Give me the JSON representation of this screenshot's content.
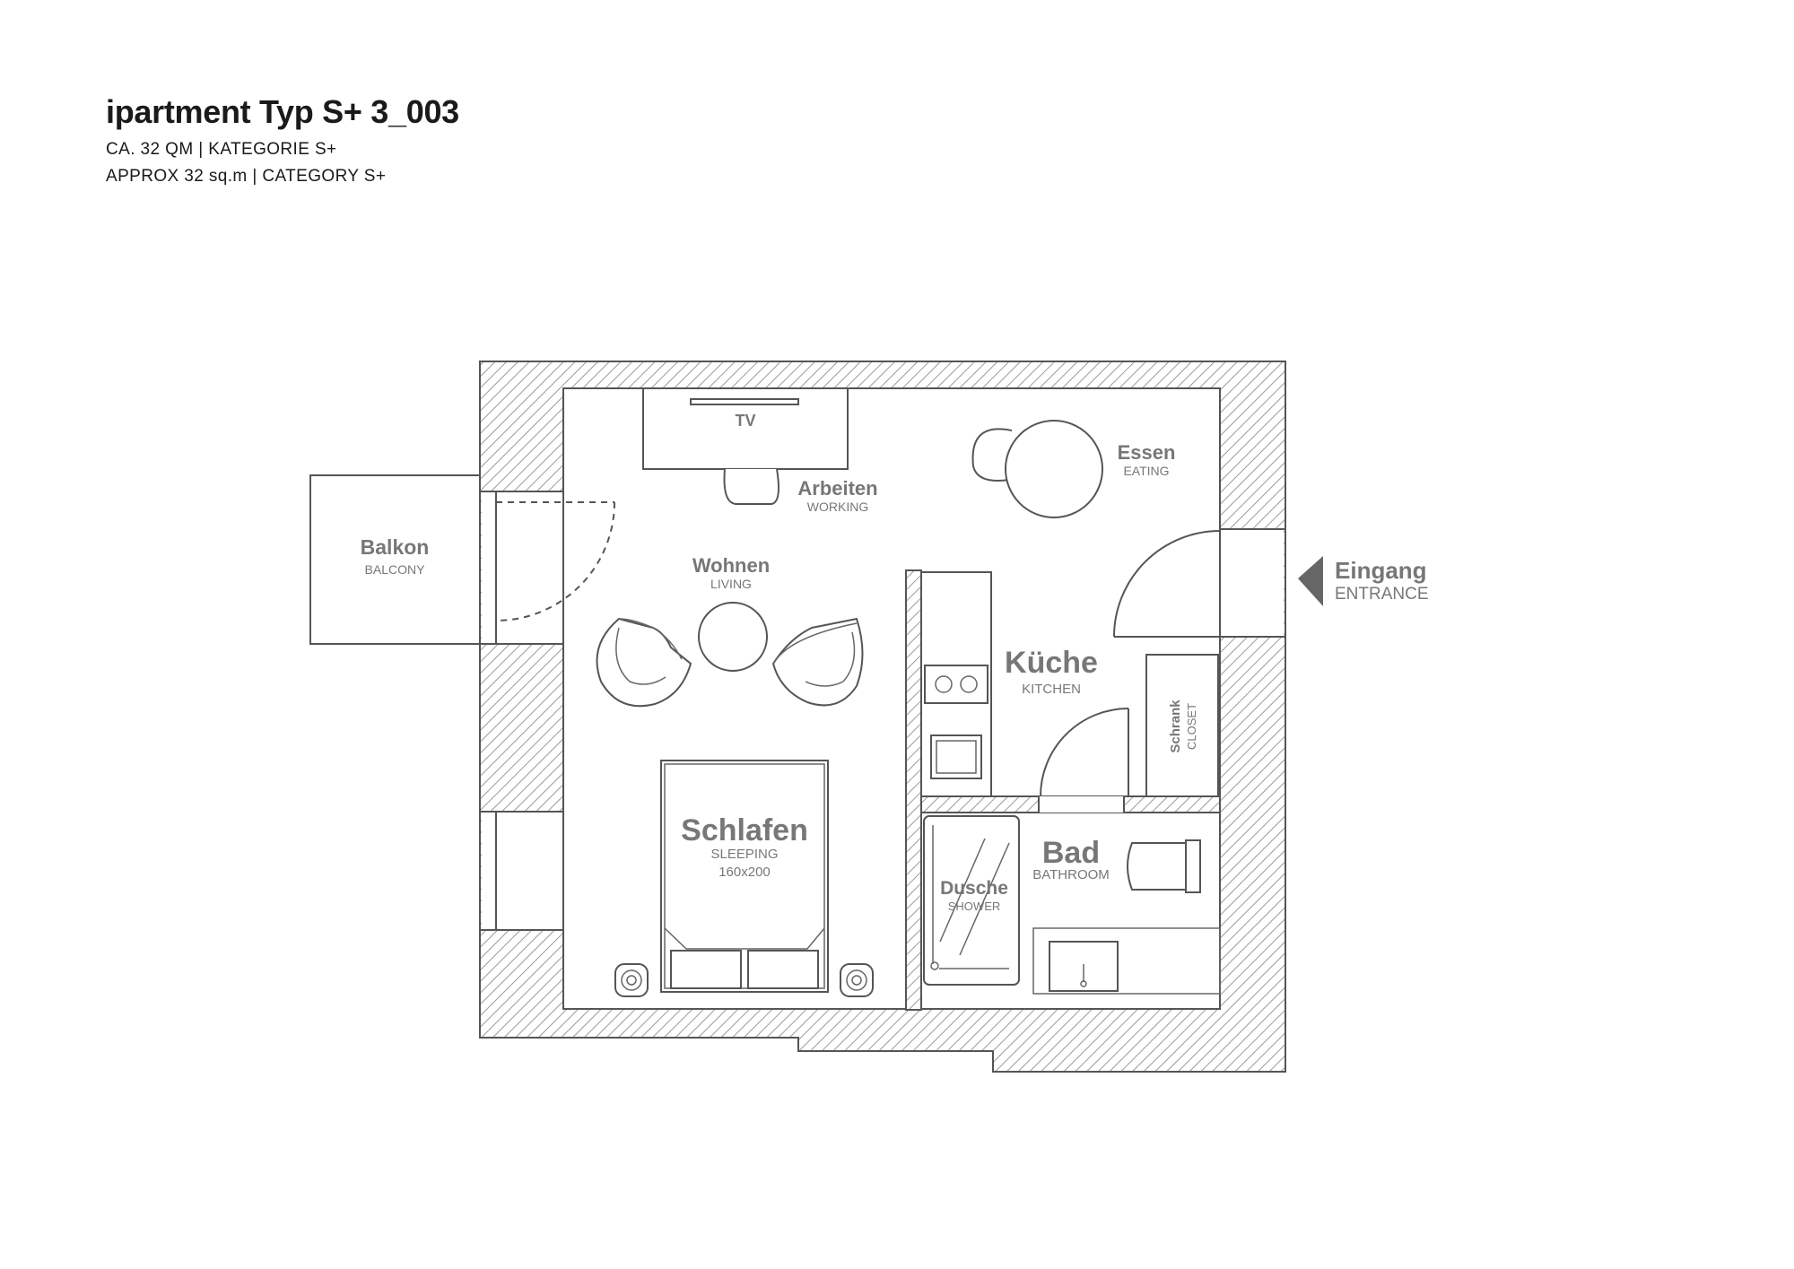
{
  "header": {
    "title": "ipartment Typ S+ 3_003",
    "line_de": "CA. 32 QM | KATEGORIE S+",
    "line_en": "APPROX 32 sq.m | CATEGORY S+"
  },
  "rooms": {
    "balcony": {
      "de": "Balkon",
      "en": "BALCONY"
    },
    "tv": {
      "label": "TV"
    },
    "working": {
      "de": "Arbeiten",
      "en": "WORKING"
    },
    "eating": {
      "de": "Essen",
      "en": "EATING"
    },
    "living": {
      "de": "Wohnen",
      "en": "LIVING"
    },
    "entrance": {
      "de": "Eingang",
      "en": "ENTRANCE"
    },
    "kitchen": {
      "de": "Küche",
      "en": "KITCHEN"
    },
    "closet": {
      "de": "Schrank",
      "en": "CLOSET"
    },
    "sleeping": {
      "de": "Schlafen",
      "en": "SLEEPING",
      "size": "160x200"
    },
    "bathroom": {
      "de": "Bad",
      "en": "BATHROOM"
    },
    "shower": {
      "de": "Dusche",
      "en": "SHOWER"
    }
  },
  "colors": {
    "wall_hatch": "#9a9a9a",
    "line": "#555555",
    "label": "#777777",
    "title": "#1a1a1a"
  }
}
